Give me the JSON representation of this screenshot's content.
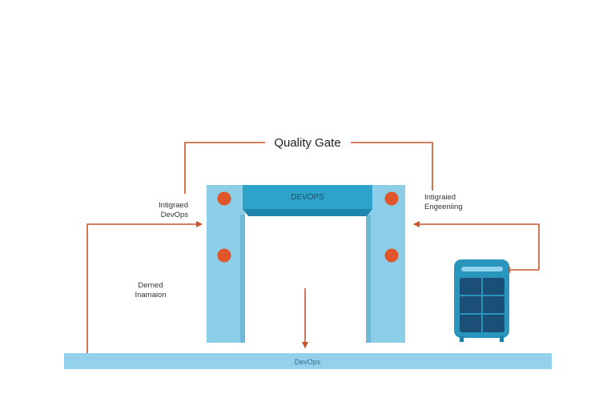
{
  "diagram": {
    "title": "Quality Gate",
    "gate_banner": "DEVOPS",
    "base_label": "DevOps",
    "left_label": [
      "Intigraed",
      "DevOps"
    ],
    "right_label": [
      "Intigraied",
      "Engeeniing"
    ],
    "side_label": [
      "Derned",
      "Inamaion"
    ]
  },
  "colors": {
    "pillar": "#8ccde8",
    "pillar_shadow": "#6fb8d8",
    "banner": "#2ea3c9",
    "banner_dark": "#1f86ab",
    "dot": "#e0552a",
    "connector": "#c8542a",
    "base": "#95d0ea",
    "device": "#2a95bd",
    "device_screen": "#1b4f78"
  },
  "icons": [
    "server-icon"
  ]
}
